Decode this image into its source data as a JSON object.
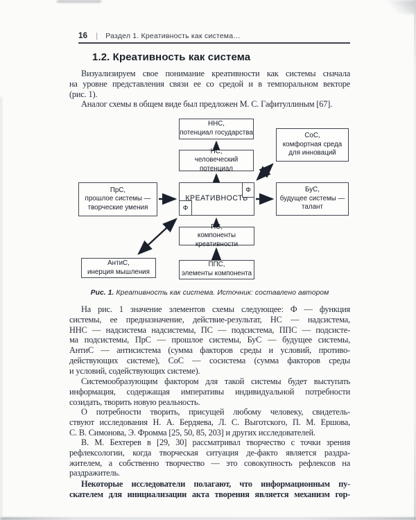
{
  "header": {
    "page_number": "16",
    "separator": "|",
    "running_title": "Раздел 1.  Креативность как система…"
  },
  "section_heading": "1.2. Креативность как система",
  "paragraphs": {
    "p1": {
      "l1": "Визуализируем свое понимание креативности как системы сначала",
      "l2": "на уровне представления связи ее со средой и в темпоральном векторе",
      "l3": "(рис. 1)."
    },
    "p2": {
      "l1": "Аналог схемы в общем виде был предложен М. С. Гафитуллиным [67]."
    },
    "p3": {
      "l1": "На рис. 1 значение элементов схемы следующее: Ф — функция",
      "l2": "системы, ее предназначение, действие-результат, НС — надсистема,",
      "l3": "ННС — надсистема надсистемы, ПС — подсистема, ППС — подсисте-",
      "l4": "ма подсистемы, ПрС — прошлое системы, БуС — будущее системы,",
      "l5": "АнтиС — антисистема (сумма факторов среды и условий, противо-",
      "l6": "действующих системе), СоС — сосистема (сумма факторов среды",
      "l7": "и условий, содействующих системе)."
    },
    "p4": {
      "l1": "Системообразующим фактором для такой системы будет выступать",
      "l2": "информация, содержащая императивы индивидуальной потребности",
      "l3": "созидать, творить новую реальность."
    },
    "p5": {
      "l1": "О потребности творить, присущей любому человеку, свидетель-",
      "l2": "ствуют исследования Н. А. Бердяева, Л. С. Выготского, П. М. Ершова,",
      "l3": "С. В. Симонова, Э. Фромма [25, 50, 85, 203] и других исследователей."
    },
    "p6": {
      "l1": "В. М. Бехтерев в [29, 30] рассматривал творчество с точки зрения",
      "l2": "рефлексологии, когда творческая ситуация де-факто является раздра-",
      "l3": "жителем, а собственно творчество — это совокупность рефлексов на",
      "l4": "раздражитель."
    },
    "p7": {
      "l1": "Некоторые исследователи полагают, что информационным пу-",
      "l2": "скателем для инициализации акта творения является механизм гор-"
    }
  },
  "diagram": {
    "phi_label": "Ф",
    "boxes": {
      "nns": {
        "l1": "ННС,",
        "l2": "потенциал государства"
      },
      "ns": {
        "l1": "НС,",
        "l2": "человеческий потенциал"
      },
      "sos": {
        "l1": "СоС,",
        "l2": "комфортная среда",
        "l3": "для инноваций"
      },
      "prs": {
        "l1": "ПрС,",
        "l2": "прошлое системы —",
        "l3": "творческие умения"
      },
      "creativity": {
        "l1": "КРЕАТИВНОСТЬ"
      },
      "bus": {
        "l1": "БуС,",
        "l2": "будущее системы —",
        "l3": "талант"
      },
      "ps": {
        "l1": "ПС,",
        "l2": "компоненты креативности"
      },
      "pps": {
        "l1": "ППС,",
        "l2": "элементы компонента"
      },
      "antis": {
        "l1": "АнтиС,",
        "l2": "инерция мышления"
      }
    }
  },
  "figure_caption": {
    "label": "Рис. 1.",
    "text": "Креативность как система. Источник: составлено автором"
  },
  "colors": {
    "ink": "#262c38",
    "rule": "#3d424a",
    "box_border": "#41464e",
    "page_background": "#fbfbfa"
  }
}
